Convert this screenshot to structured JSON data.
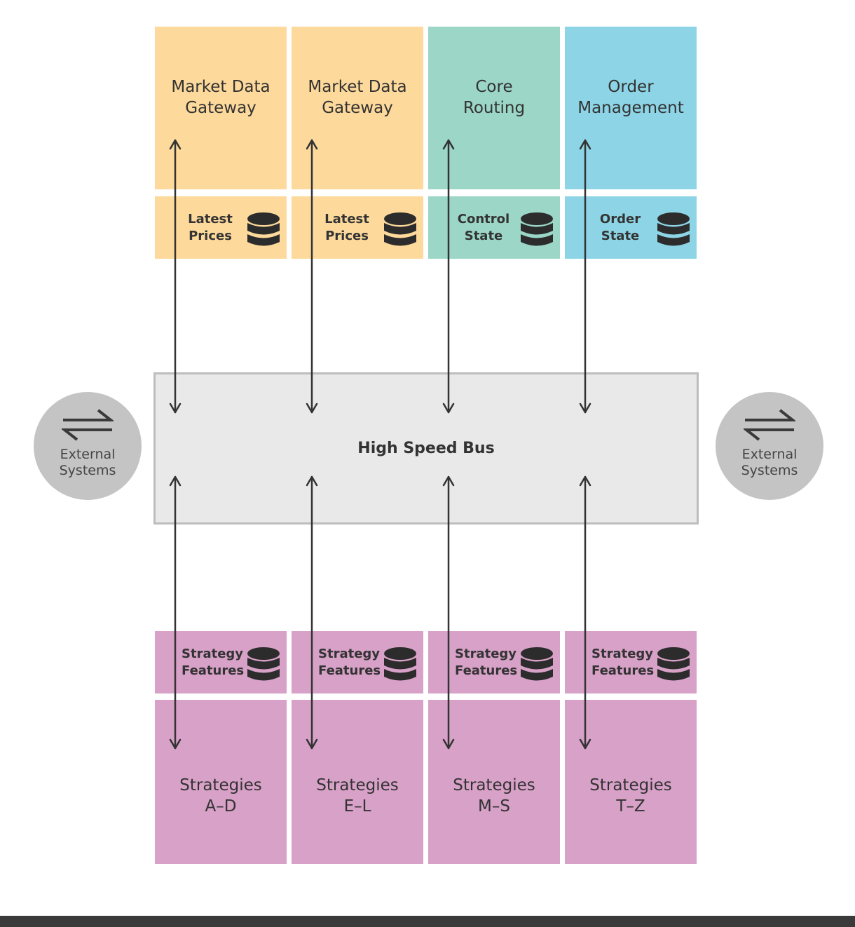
{
  "colors": {
    "market": "#fdd99b",
    "routing": "#9bd6c7",
    "orders": "#8dd5e6",
    "strategies": "#d8a1c8",
    "bus": "#e9e9e9",
    "external": "#c4c4c4"
  },
  "top_services": [
    {
      "label": "Market Data\nGateway",
      "store": "Latest\nPrices",
      "color": "#fdd99b"
    },
    {
      "label": "Market Data\nGateway",
      "store": "Latest\nPrices",
      "color": "#fdd99b"
    },
    {
      "label": "Core\nRouting",
      "store": "Control\nState",
      "color": "#9bd6c7"
    },
    {
      "label": "Order\nManagement",
      "store": "Order\nState",
      "color": "#8dd5e6"
    }
  ],
  "bus": {
    "label": "High Speed Bus"
  },
  "external": [
    {
      "label": "External\nSystems",
      "icon": "exchange-arrows-icon"
    },
    {
      "label": "External\nSystems",
      "icon": "exchange-arrows-icon"
    }
  ],
  "strategies": [
    {
      "label": "Strategies\nA–D",
      "store": "Strategy\nFeatures"
    },
    {
      "label": "Strategies\nE–L",
      "store": "Strategy\nFeatures"
    },
    {
      "label": "Strategies\nM–S",
      "store": "Strategy\nFeatures"
    },
    {
      "label": "Strategies\nT–Z",
      "store": "Strategy\nFeatures"
    }
  ],
  "icons": {
    "store": "database-icon"
  }
}
